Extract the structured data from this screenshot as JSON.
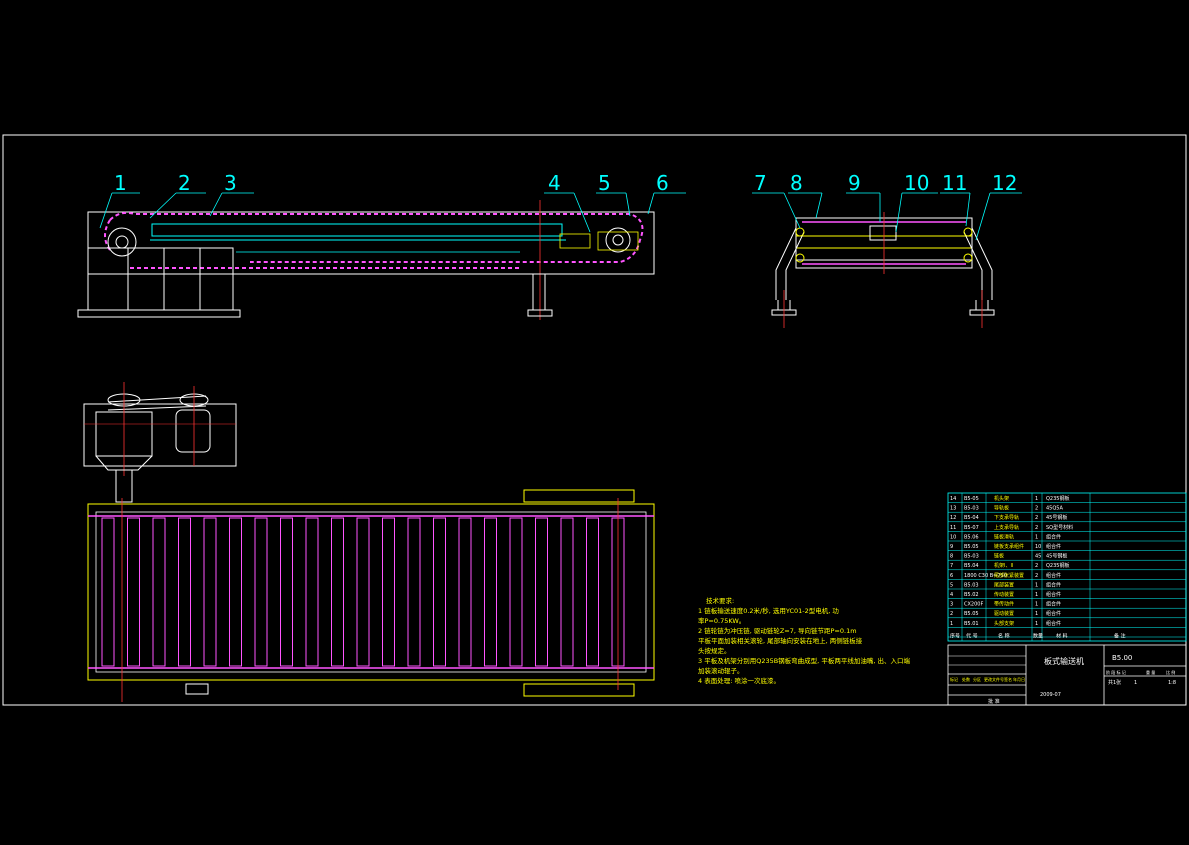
{
  "drawing": {
    "balloons": [
      "1",
      "2",
      "3",
      "4",
      "5",
      "6",
      "7",
      "8",
      "9",
      "10",
      "11",
      "12"
    ],
    "notes_title": "技术要求:",
    "notes": [
      "1 链板输送速度0.2米/秒, 选用YC01-2型电机, 功",
      "  率P=0.75KW。",
      "2 链轮链为冲压链, 驱动链轮Z=7, 导向链节距P=0.1m",
      "  平板平面加装相关滚轮, 尾部轴向安装在地上, 两侧链板接",
      "  头按规定。",
      "3 平板及机架分别用Q235B钢板弯曲成型, 平板两平线加油嘴, 出、入口端",
      "  加装滚动辊子。",
      "4 表面处理: 喷涂一次底漆。"
    ],
    "parts": [
      {
        "no": "14",
        "code": "B5-05",
        "name": "机头架",
        "qty": "1",
        "mat": "Q235钢板"
      },
      {
        "no": "13",
        "code": "B5-03",
        "name": "导轨板",
        "qty": "2",
        "mat": "45Q5A"
      },
      {
        "no": "12",
        "code": "B5-04",
        "name": "下支承导轨",
        "qty": "2",
        "mat": "45号钢板"
      },
      {
        "no": "11",
        "code": "B5-07",
        "name": "上支承导轨",
        "qty": "2",
        "mat": "SQ型号材料"
      },
      {
        "no": "10",
        "code": "B5.06",
        "name": "链板滑轨",
        "qty": "1",
        "mat": "组合件"
      },
      {
        "no": "9",
        "code": "B5.05",
        "name": "链板支承组件",
        "qty": "10",
        "mat": "组合件"
      },
      {
        "no": "8",
        "code": "B5-03",
        "name": "链板",
        "qty": "45",
        "mat": "45号钢板"
      },
      {
        "no": "7",
        "code": "B5.04",
        "name": "机架I、II",
        "qty": "2",
        "mat": "Q235钢板"
      },
      {
        "no": "6",
        "code": "1800 C30 B=750",
        "name": "尾部张紧装置",
        "qty": "2",
        "mat": "组合件"
      },
      {
        "no": "5",
        "code": "B5.03",
        "name": "尾部装置",
        "qty": "1",
        "mat": "组合件"
      },
      {
        "no": "4",
        "code": "B5.02",
        "name": "传动装置",
        "qty": "1",
        "mat": "组合件"
      },
      {
        "no": "3",
        "code": "CX200F",
        "name": "带传动件",
        "qty": "1",
        "mat": "组合件"
      },
      {
        "no": "2",
        "code": "B5.05",
        "name": "驱动装置",
        "qty": "1",
        "mat": "组合件"
      },
      {
        "no": "1",
        "code": "B5.01",
        "name": "头部支架",
        "qty": "1",
        "mat": "组合件"
      }
    ],
    "parts_header": {
      "no": "序号",
      "code": "代 号",
      "name": "名 称",
      "qty": "数量",
      "mat": "材 料",
      "remark": "备 注"
    },
    "title_block": {
      "title": "板式输送机",
      "drawing_no": "B5.00",
      "scale": "1:8",
      "sheet": "共1张",
      "sheet_no": "1",
      "date_code": "2009-07",
      "header_cells": [
        "标记",
        "处数",
        "分区",
        "更改文件号",
        "签名",
        "年月日"
      ],
      "stage_cells": [
        "阶 段 标 记",
        "重 量",
        "比 例"
      ],
      "approve": "批 准"
    }
  }
}
